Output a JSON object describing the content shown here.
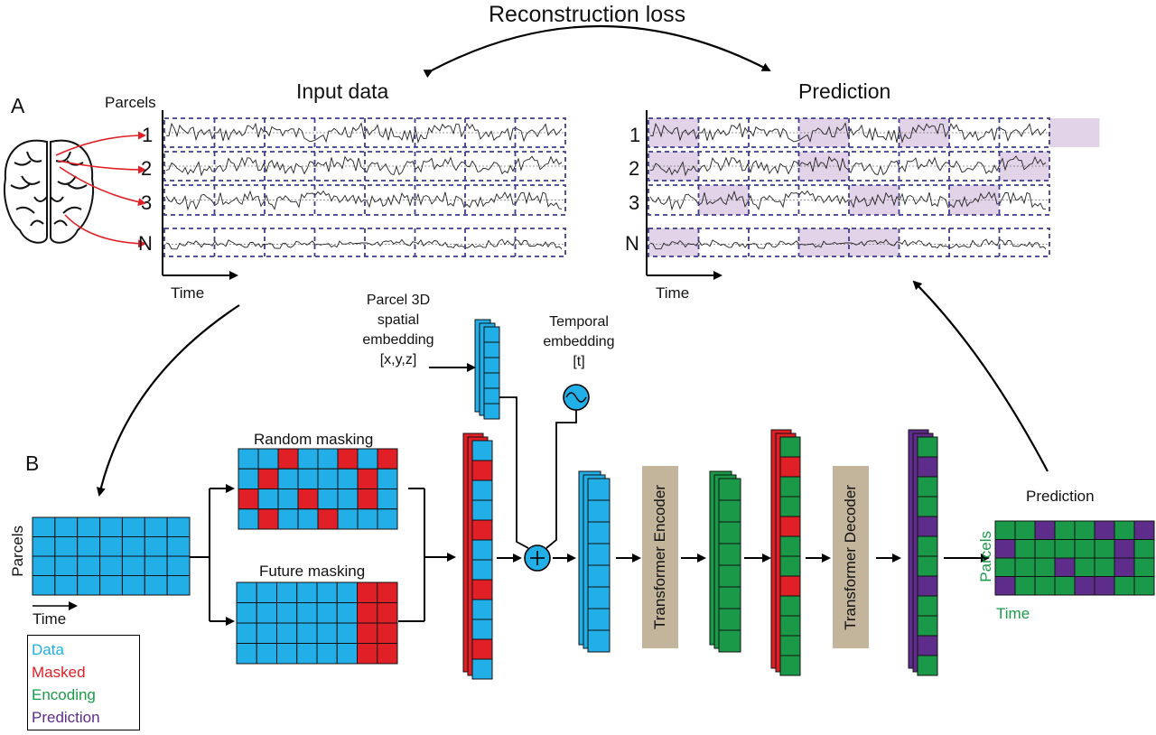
{
  "top": {
    "title": "Reconstruction loss",
    "panel_a_label": "A",
    "input_title": "Input data",
    "prediction_title": "Prediction",
    "parcels_label": "Parcels",
    "time_label": "Time",
    "row_labels": [
      "1",
      "2",
      "3",
      "N"
    ]
  },
  "middle": {
    "spatial_embedding": [
      "Parcel 3D",
      "spatial",
      "embedding",
      "[x,y,z]"
    ],
    "temporal_embedding": [
      "Temporal",
      "embedding",
      "[t]"
    ]
  },
  "bottom": {
    "panel_b_label": "B",
    "random_masking": "Random masking",
    "future_masking": "Future masking",
    "parcels_label": "Parcels",
    "time_label": "Time",
    "encoder": "Transformer Encoder",
    "decoder": "Transformer Decoder",
    "prediction": "Prediction"
  },
  "legend": {
    "items": [
      {
        "label": "Data",
        "color": "#22aee6"
      },
      {
        "label": "Masked",
        "color": "#e01f26"
      },
      {
        "label": "Encoding",
        "color": "#1a9a48"
      },
      {
        "label": "Prediction",
        "color": "#5e2d8c"
      }
    ]
  },
  "colors": {
    "data": "#22aee6",
    "masked": "#e01f26",
    "encoding": "#1a9a48",
    "prediction": "#5e2d8c",
    "transformer": "#c2b59b",
    "dashed_grid": "#3d3d8f",
    "highlight": "#e3d3e8",
    "arrow_red": "#e01f26"
  }
}
